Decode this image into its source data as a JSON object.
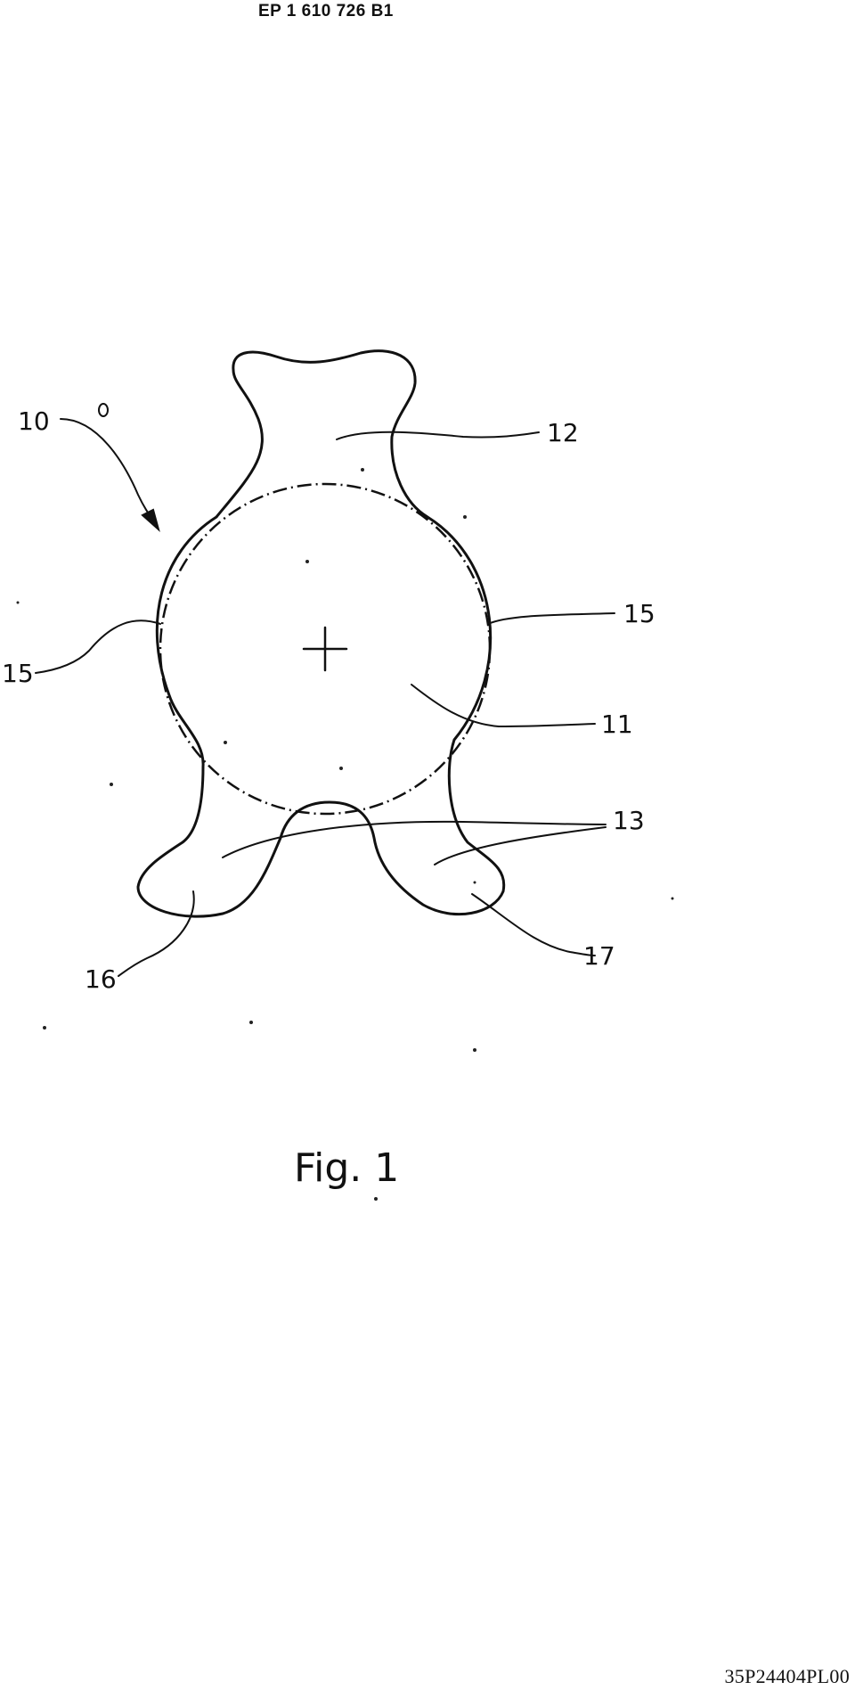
{
  "header": {
    "doc_number": "EP 1 610 726 B1"
  },
  "figure": {
    "caption": "Fig. 1",
    "labels": {
      "ref_10": "10",
      "ref_11": "11",
      "ref_12": "12",
      "ref_13": "13",
      "ref_15_left": "15",
      "ref_15_right": "15",
      "ref_16": "16",
      "ref_17": "17"
    }
  },
  "footer": {
    "code": "35P24404PL00"
  }
}
